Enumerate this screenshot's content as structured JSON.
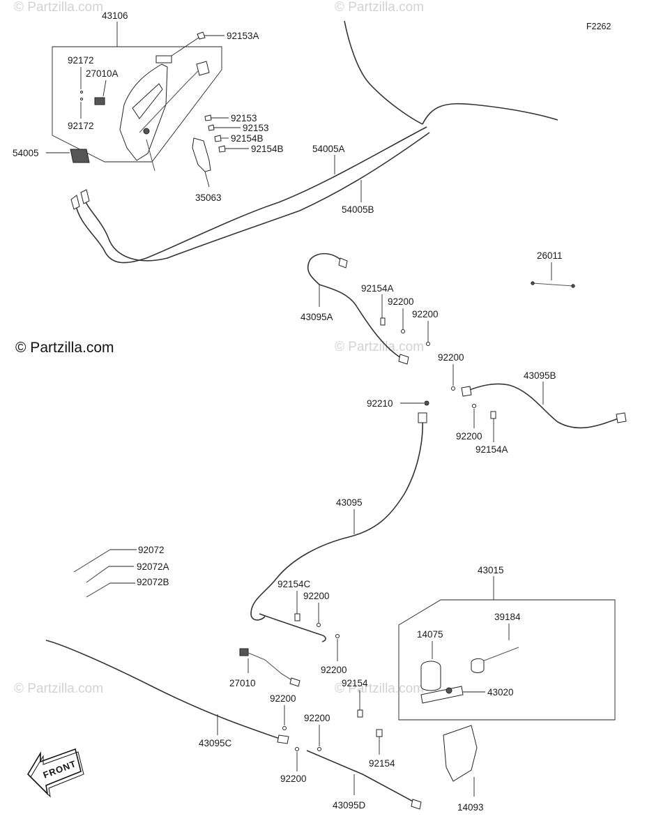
{
  "diagram": {
    "figure_id": "F2262",
    "copyright": "© Partzilla.com",
    "watermark": "© Partzilla.com",
    "front_marker": "FRONT",
    "labels": {
      "p43106": "43106",
      "p92153A": "92153A",
      "p92172_top": "92172",
      "p27010A": "27010A",
      "p92172_bottom": "92172",
      "p54005": "54005",
      "p92153_1": "92153",
      "p92153_2": "92153",
      "p92154B_1": "92154B",
      "p92154B_2": "92154B",
      "p35063": "35063",
      "p54005A": "54005A",
      "p54005B": "54005B",
      "p26011": "26011",
      "p92154A_top": "92154A",
      "p92200_a": "92200",
      "p92200_b": "92200",
      "p43095A": "43095A",
      "p92200_c": "92200",
      "p43095B": "43095B",
      "p92210": "92210",
      "p92200_d": "92200",
      "p92154A_bot": "92154A",
      "p43095": "43095",
      "p92072": "92072",
      "p92072A": "92072A",
      "p92072B": "92072B",
      "p43015": "43015",
      "p92154C": "92154C",
      "p92200_e": "92200",
      "p39184": "39184",
      "p14075": "14075",
      "p92200_f": "92200",
      "p27010": "27010",
      "p92154_a": "92154",
      "p43020": "43020",
      "p92200_g": "92200",
      "p92200_h": "92200",
      "p43095C": "43095C",
      "p92154_b": "92154",
      "p92200_i": "92200",
      "p43095D": "43095D",
      "p14093": "14093"
    }
  }
}
